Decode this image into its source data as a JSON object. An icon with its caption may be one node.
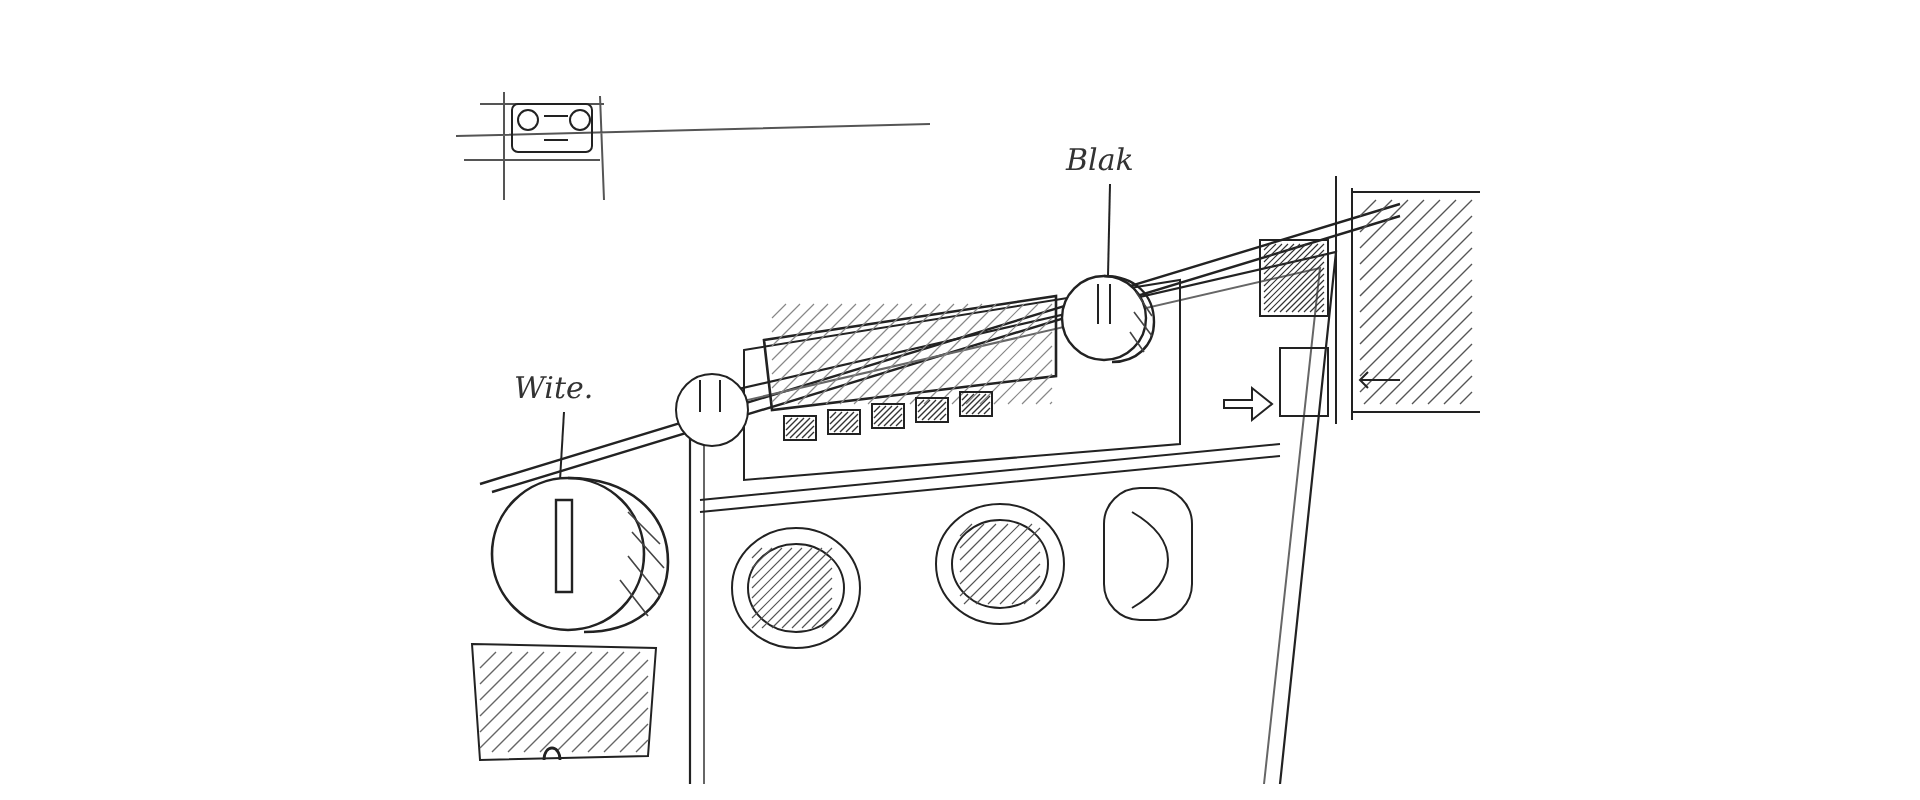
{
  "diagram": {
    "nodes": [
      {
        "text": [
          "Blak"
        ]
      },
      {
        "text": [],
        "shape": "circle"
      },
      {
        "text": [
          "Wite."
        ]
      },
      {
        "text": [],
        "shape": "circle"
      }
    ],
    "edges": [
      {
        "from": 0,
        "to": 1,
        "arrow": "none"
      },
      {
        "from": 2,
        "to": 3,
        "arrow": "none"
      }
    ]
  }
}
